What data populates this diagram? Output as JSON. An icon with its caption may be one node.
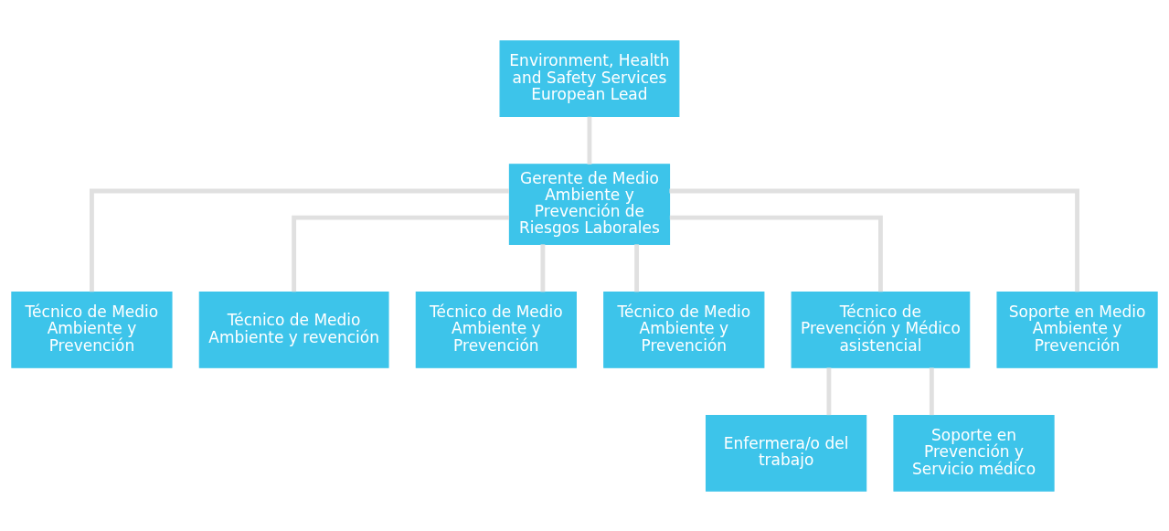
{
  "diagram": {
    "nodes": [
      {
        "text": [
          "Environment, Health and Safety Services European Lead"
        ]
      },
      {
        "text": [
          "Gerente de Medio Ambiente y Prevención de Riesgos Laborales"
        ]
      },
      {
        "text": [
          "Técnico de Medio Ambiente y Prevención"
        ]
      },
      {
        "text": [
          "Técnico de Medio Ambiente y revención"
        ]
      },
      {
        "text": [
          "Técnico de Medio Ambiente y Prevención"
        ]
      },
      {
        "text": [
          "Técnico de Medio Ambiente y Prevención"
        ]
      },
      {
        "text": [
          "Técnico de Prevención y Médico asistencial"
        ]
      },
      {
        "text": [
          "Soporte en Medio Ambiente y Prevención"
        ]
      },
      {
        "text": [
          "Enfermera/o del trabajo"
        ]
      },
      {
        "text": [
          "Soporte en Prevención y Servicio médico"
        ]
      }
    ],
    "edges": [
      {
        "from": 0,
        "to": 1,
        "arrow": "none"
      },
      {
        "from": 1,
        "to": 2,
        "arrow": "none"
      },
      {
        "from": 1,
        "to": 3,
        "arrow": "none"
      },
      {
        "from": 1,
        "to": 4,
        "arrow": "none"
      },
      {
        "from": 1,
        "to": 5,
        "arrow": "none"
      },
      {
        "from": 1,
        "to": 6,
        "arrow": "none"
      },
      {
        "from": 1,
        "to": 7,
        "arrow": "none"
      },
      {
        "from": 6,
        "to": 8,
        "arrow": "none"
      },
      {
        "from": 6,
        "to": 9,
        "arrow": "none"
      }
    ]
  }
}
